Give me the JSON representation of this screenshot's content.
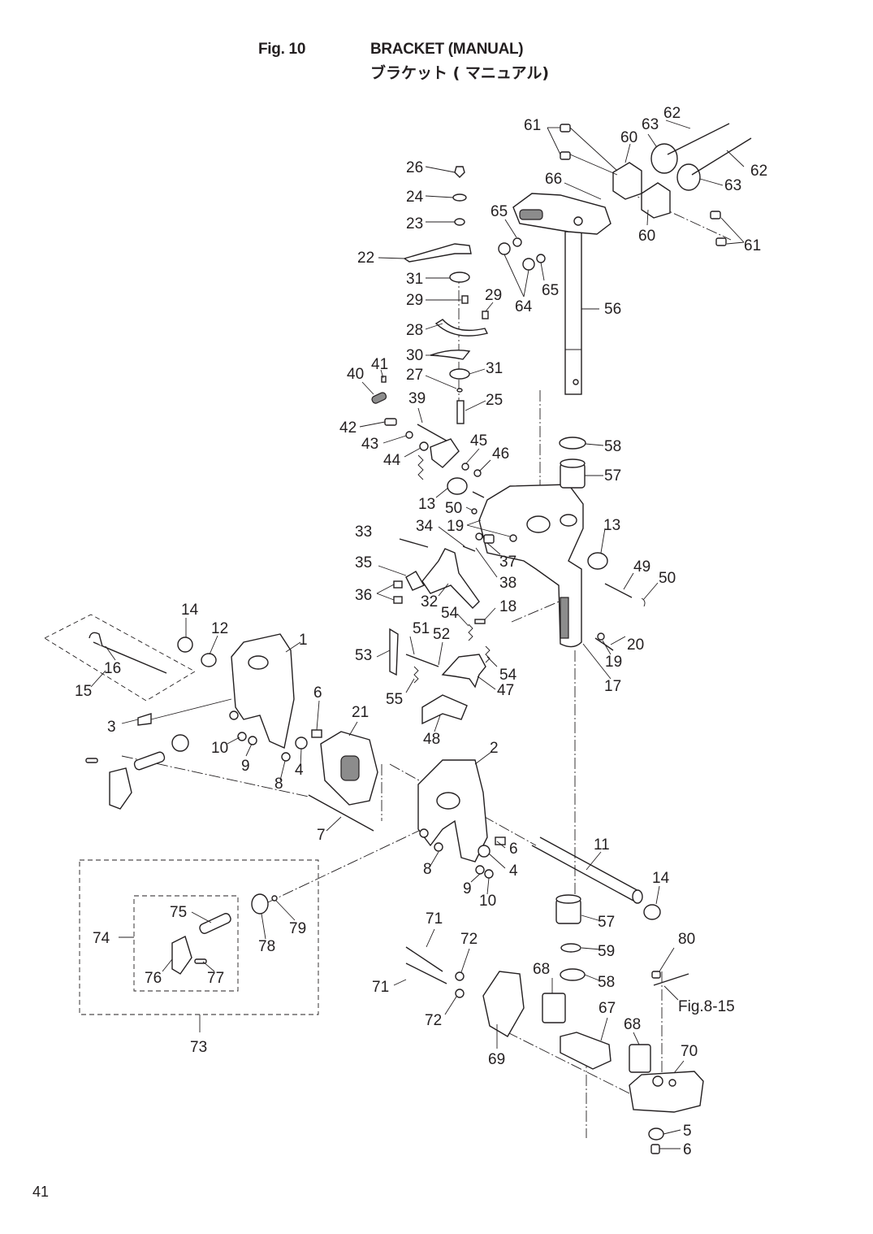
{
  "header": {
    "fig_number": "Fig. 10",
    "title": "BRACKET (MANUAL)",
    "subtitle_jp": "ブラケット ( マニュアル)"
  },
  "page_number": "41",
  "callouts": [
    "1",
    "2",
    "3",
    "4",
    "4",
    "5",
    "6",
    "6",
    "6",
    "7",
    "8",
    "8",
    "9",
    "9",
    "10",
    "10",
    "11",
    "12",
    "13",
    "13",
    "14",
    "14",
    "15",
    "16",
    "17",
    "18",
    "19",
    "19",
    "20",
    "21",
    "22",
    "23",
    "24",
    "25",
    "26",
    "27",
    "28",
    "29",
    "29",
    "30",
    "31",
    "31",
    "32",
    "33",
    "34",
    "35",
    "36",
    "37",
    "38",
    "39",
    "40",
    "41",
    "42",
    "43",
    "44",
    "45",
    "46",
    "47",
    "48",
    "49",
    "50",
    "50",
    "51",
    "52",
    "53",
    "54",
    "54",
    "55",
    "56",
    "57",
    "57",
    "58",
    "58",
    "59",
    "60",
    "60",
    "61",
    "61",
    "62",
    "62",
    "63",
    "63",
    "64",
    "65",
    "65",
    "66",
    "67",
    "68",
    "68",
    "69",
    "70",
    "71",
    "71",
    "72",
    "72",
    "73",
    "74",
    "75",
    "76",
    "77",
    "78",
    "79",
    "80"
  ],
  "reference": "Fig.8-15"
}
